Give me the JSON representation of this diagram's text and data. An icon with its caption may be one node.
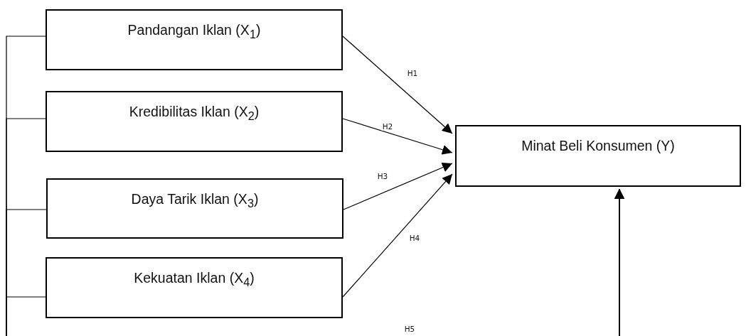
{
  "diagram": {
    "nodes": [
      {
        "text": [
          "Pandangan Iklan (X$_{1}$)"
        ]
      },
      {
        "text": [
          "Kredibilitas Iklan (X$_{2}$)"
        ]
      },
      {
        "text": [
          "Daya Tarik Iklan (X$_{3}$)"
        ]
      },
      {
        "text": [
          "Kekuatan Iklan (X$_{4}$)"
        ]
      },
      {
        "text": [
          "Minat Beli Konsumen (Y)"
        ]
      }
    ],
    "edges": [
      {
        "from": 0,
        "to": 4,
        "arrow": "to",
        "label": "H1"
      },
      {
        "from": 1,
        "to": 4,
        "arrow": "to",
        "label": "H2"
      },
      {
        "from": 2,
        "to": 4,
        "arrow": "to",
        "label": "H3"
      },
      {
        "from": 3,
        "to": 4,
        "arrow": "to",
        "label": "H4"
      },
      {
        "from": 0,
        "to": 4,
        "arrow": "to",
        "label": "H5"
      },
      {
        "from": 1,
        "to": 4,
        "arrow": "to"
      },
      {
        "from": 2,
        "to": 4,
        "arrow": "to"
      },
      {
        "from": 3,
        "to": 4,
        "arrow": "to"
      }
    ]
  }
}
